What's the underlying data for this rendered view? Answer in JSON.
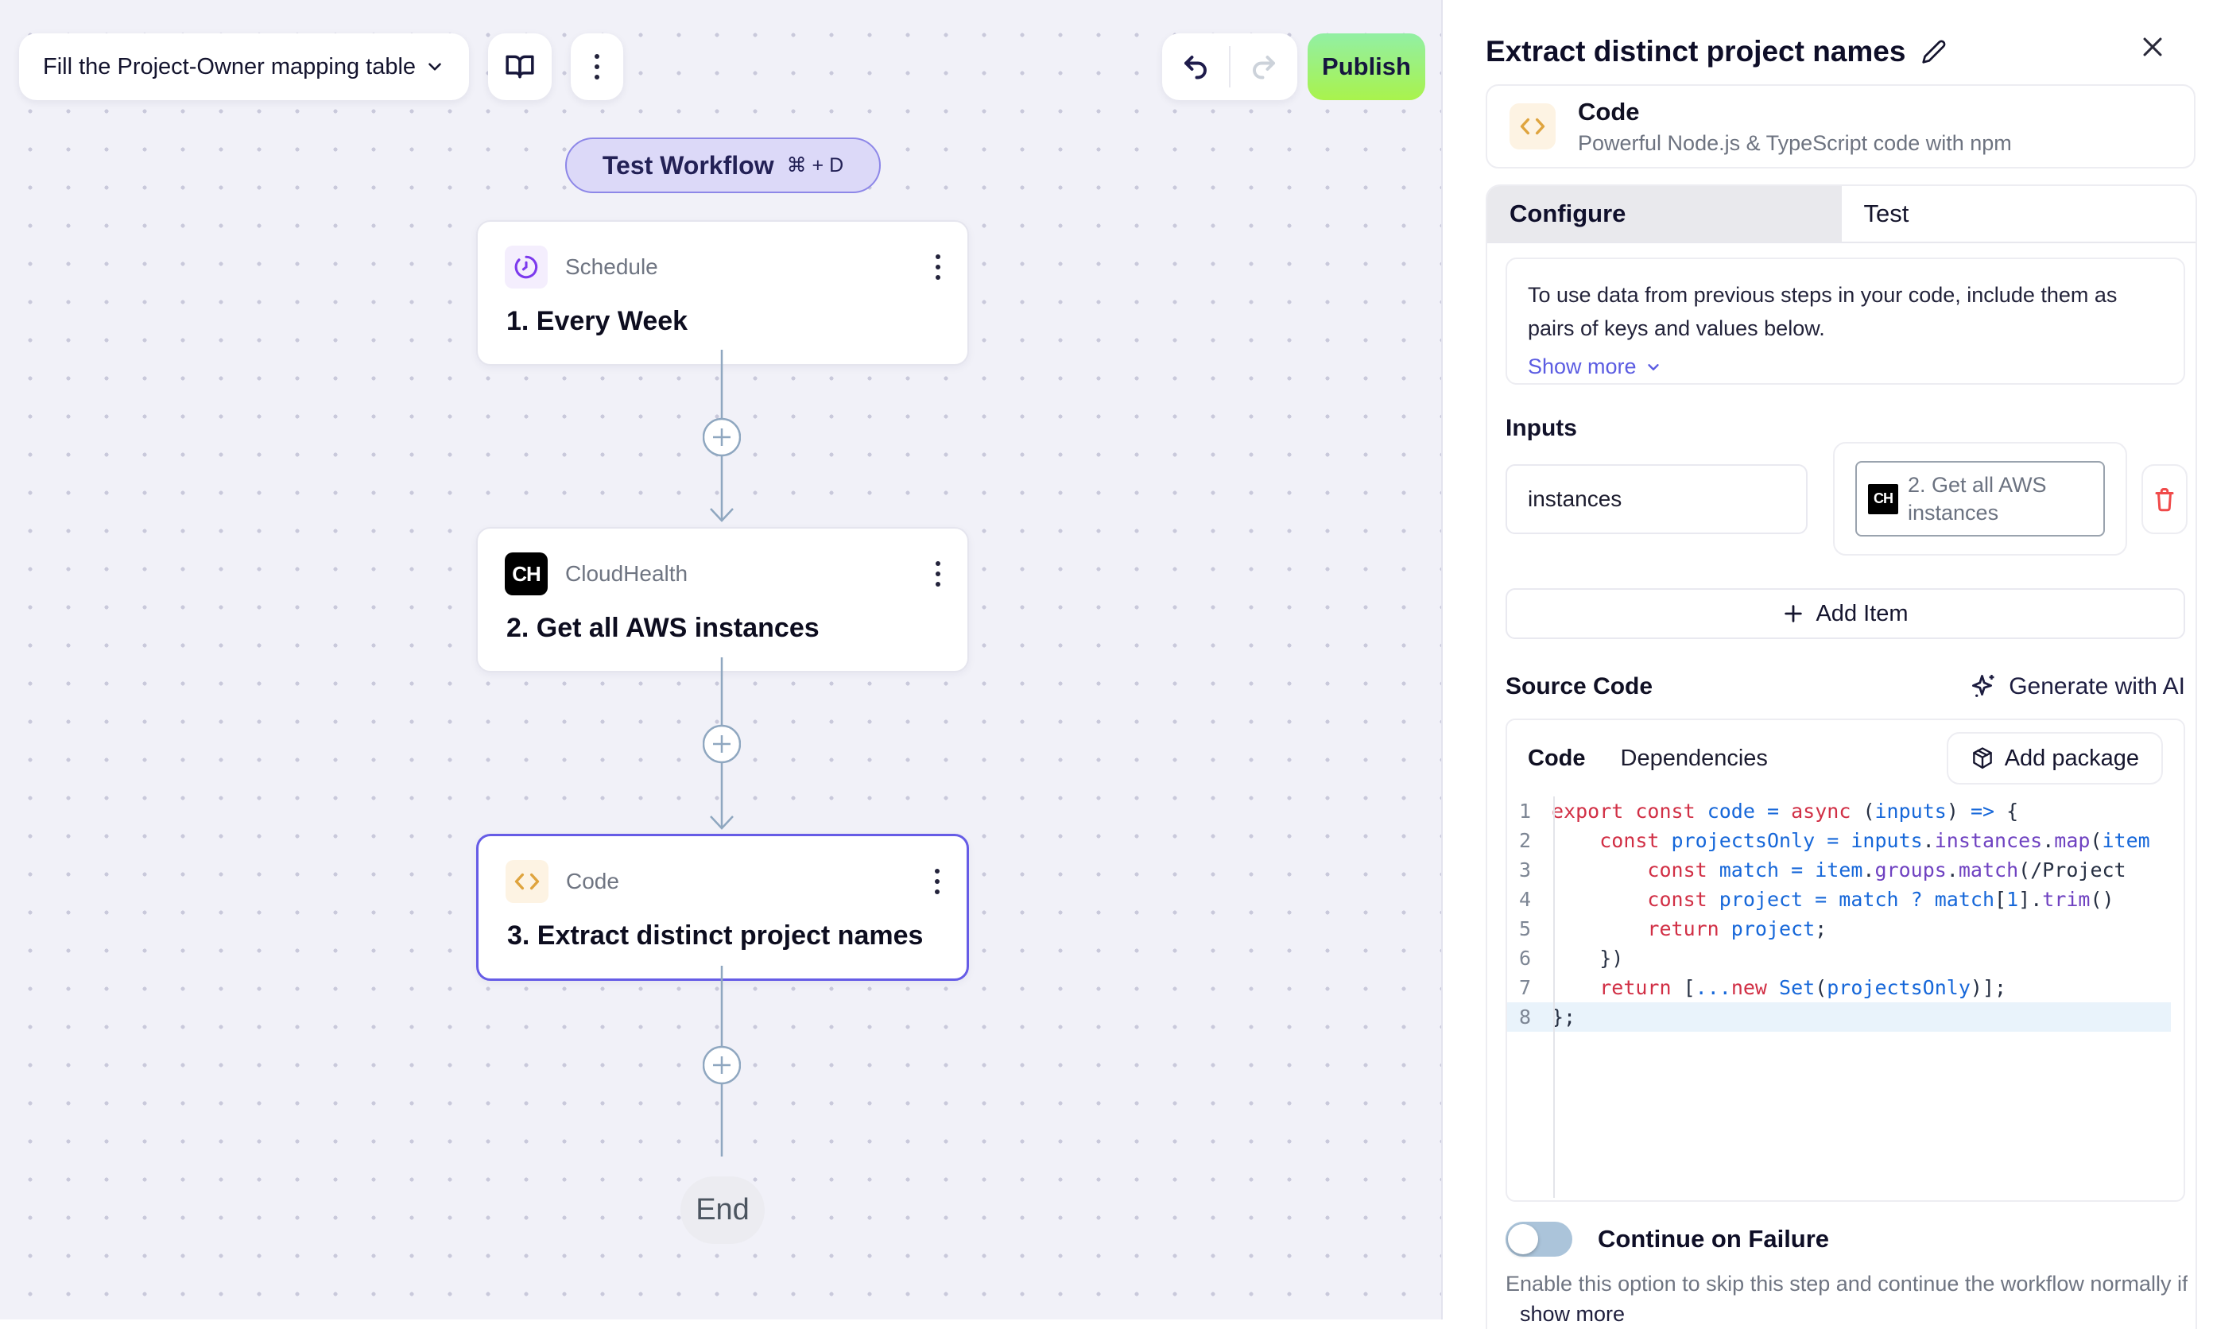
{
  "colors": {
    "canvas_bg": "#f1f1f8",
    "accent_purple": "#665ce6",
    "publish_gradient_top": "#92efa4",
    "publish_gradient_bottom": "#a9f34c",
    "connector": "#8fa7c0",
    "schedule_icon": "#7c3aed",
    "code_icon": "#dfa43e",
    "danger": "#f04a4a",
    "link_indigo": "#5b5ce2",
    "syntax_keyword": "#d12f45",
    "syntax_variable": "#1667d9",
    "syntax_property": "#6f42c1",
    "highlight_line_bg": "#e9f3fb"
  },
  "toolbar": {
    "workflow_selector_label": "Fill the Project-Owner mapping table",
    "publish_label": "Publish"
  },
  "canvas": {
    "test_workflow": {
      "label": "Test Workflow",
      "shortcut": "⌘ + D"
    },
    "nodes": [
      {
        "app": "Schedule",
        "title": "1. Every Week"
      },
      {
        "app": "CloudHealth",
        "title": "2. Get all AWS instances",
        "icon_text": "CH"
      },
      {
        "app": "Code",
        "title": "3. Extract distinct project names",
        "icon_text": "<>"
      }
    ],
    "end_label": "End"
  },
  "panel": {
    "title": "Extract distinct project names",
    "step_type": {
      "name": "Code",
      "description": "Powerful Node.js & TypeScript code with npm",
      "icon_text": "<>"
    },
    "tabs": {
      "configure": "Configure",
      "test": "Test"
    },
    "info": {
      "text": "To use data from previous steps in your code, include them as pairs of keys and values below.",
      "show_more": "Show more"
    },
    "inputs": {
      "heading": "Inputs",
      "key_value": "instances",
      "value_chip": {
        "icon_text": "CH",
        "label": "2. Get all AWS instances"
      },
      "add_item": "Add Item"
    },
    "source_code": {
      "heading": "Source Code",
      "generate_ai": "Generate with AI",
      "tab_code": "Code",
      "tab_dependencies": "Dependencies",
      "add_package": "Add package",
      "highlighted_line": 8,
      "lines": [
        {
          "num": 1,
          "tokens": [
            [
              "k",
              "export"
            ],
            [
              "n",
              " "
            ],
            [
              "k",
              "const"
            ],
            [
              "n",
              " "
            ],
            [
              "v",
              "code"
            ],
            [
              "n",
              " "
            ],
            [
              "v",
              "="
            ],
            [
              "n",
              " "
            ],
            [
              "k",
              "async"
            ],
            [
              "n",
              " "
            ],
            [
              "o",
              "("
            ],
            [
              "v",
              "inputs"
            ],
            [
              "o",
              ")"
            ],
            [
              "n",
              " "
            ],
            [
              "v",
              "=>"
            ],
            [
              "n",
              " "
            ],
            [
              "o",
              "{"
            ]
          ]
        },
        {
          "num": 2,
          "tokens": [
            [
              "n",
              "    "
            ],
            [
              "k",
              "const"
            ],
            [
              "n",
              " "
            ],
            [
              "v",
              "projectsOnly"
            ],
            [
              "n",
              " "
            ],
            [
              "v",
              "="
            ],
            [
              "n",
              " "
            ],
            [
              "v",
              "inputs"
            ],
            [
              "o",
              "."
            ],
            [
              "p",
              "instances"
            ],
            [
              "o",
              "."
            ],
            [
              "p",
              "map"
            ],
            [
              "o",
              "("
            ],
            [
              "v",
              "item"
            ]
          ]
        },
        {
          "num": 3,
          "tokens": [
            [
              "n",
              "        "
            ],
            [
              "k",
              "const"
            ],
            [
              "n",
              " "
            ],
            [
              "v",
              "match"
            ],
            [
              "n",
              " "
            ],
            [
              "v",
              "="
            ],
            [
              "n",
              " "
            ],
            [
              "v",
              "item"
            ],
            [
              "o",
              "."
            ],
            [
              "p",
              "groups"
            ],
            [
              "o",
              "."
            ],
            [
              "p",
              "match"
            ],
            [
              "o",
              "("
            ],
            [
              "o",
              "/Project"
            ]
          ]
        },
        {
          "num": 4,
          "tokens": [
            [
              "n",
              "        "
            ],
            [
              "k",
              "const"
            ],
            [
              "n",
              " "
            ],
            [
              "v",
              "project"
            ],
            [
              "n",
              " "
            ],
            [
              "v",
              "="
            ],
            [
              "n",
              " "
            ],
            [
              "v",
              "match"
            ],
            [
              "n",
              " "
            ],
            [
              "v",
              "?"
            ],
            [
              "n",
              " "
            ],
            [
              "v",
              "match"
            ],
            [
              "o",
              "["
            ],
            [
              "v",
              "1"
            ],
            [
              "o",
              "]"
            ],
            [
              "o",
              "."
            ],
            [
              "p",
              "trim"
            ],
            [
              "o",
              "("
            ],
            [
              "o",
              ")"
            ]
          ]
        },
        {
          "num": 5,
          "tokens": [
            [
              "n",
              "        "
            ],
            [
              "k",
              "return"
            ],
            [
              "n",
              " "
            ],
            [
              "v",
              "project"
            ],
            [
              "o",
              ";"
            ]
          ]
        },
        {
          "num": 6,
          "tokens": [
            [
              "n",
              "    "
            ],
            [
              "o",
              "})"
            ]
          ]
        },
        {
          "num": 7,
          "tokens": [
            [
              "n",
              "    "
            ],
            [
              "k",
              "return"
            ],
            [
              "n",
              " "
            ],
            [
              "o",
              "["
            ],
            [
              "v",
              "..."
            ],
            [
              "k",
              "new"
            ],
            [
              "n",
              " "
            ],
            [
              "v",
              "Set"
            ],
            [
              "o",
              "("
            ],
            [
              "v",
              "projectsOnly"
            ],
            [
              "o",
              ")"
            ],
            [
              "o",
              "]"
            ],
            [
              "o",
              ";"
            ]
          ]
        },
        {
          "num": 8,
          "tokens": [
            [
              "o",
              "};"
            ]
          ]
        }
      ]
    },
    "continue_on_failure": {
      "label": "Continue on Failure",
      "enabled": false,
      "description": "Enable this option to skip this step and continue the workflow normally if it fa...",
      "show_more": "show more"
    }
  }
}
